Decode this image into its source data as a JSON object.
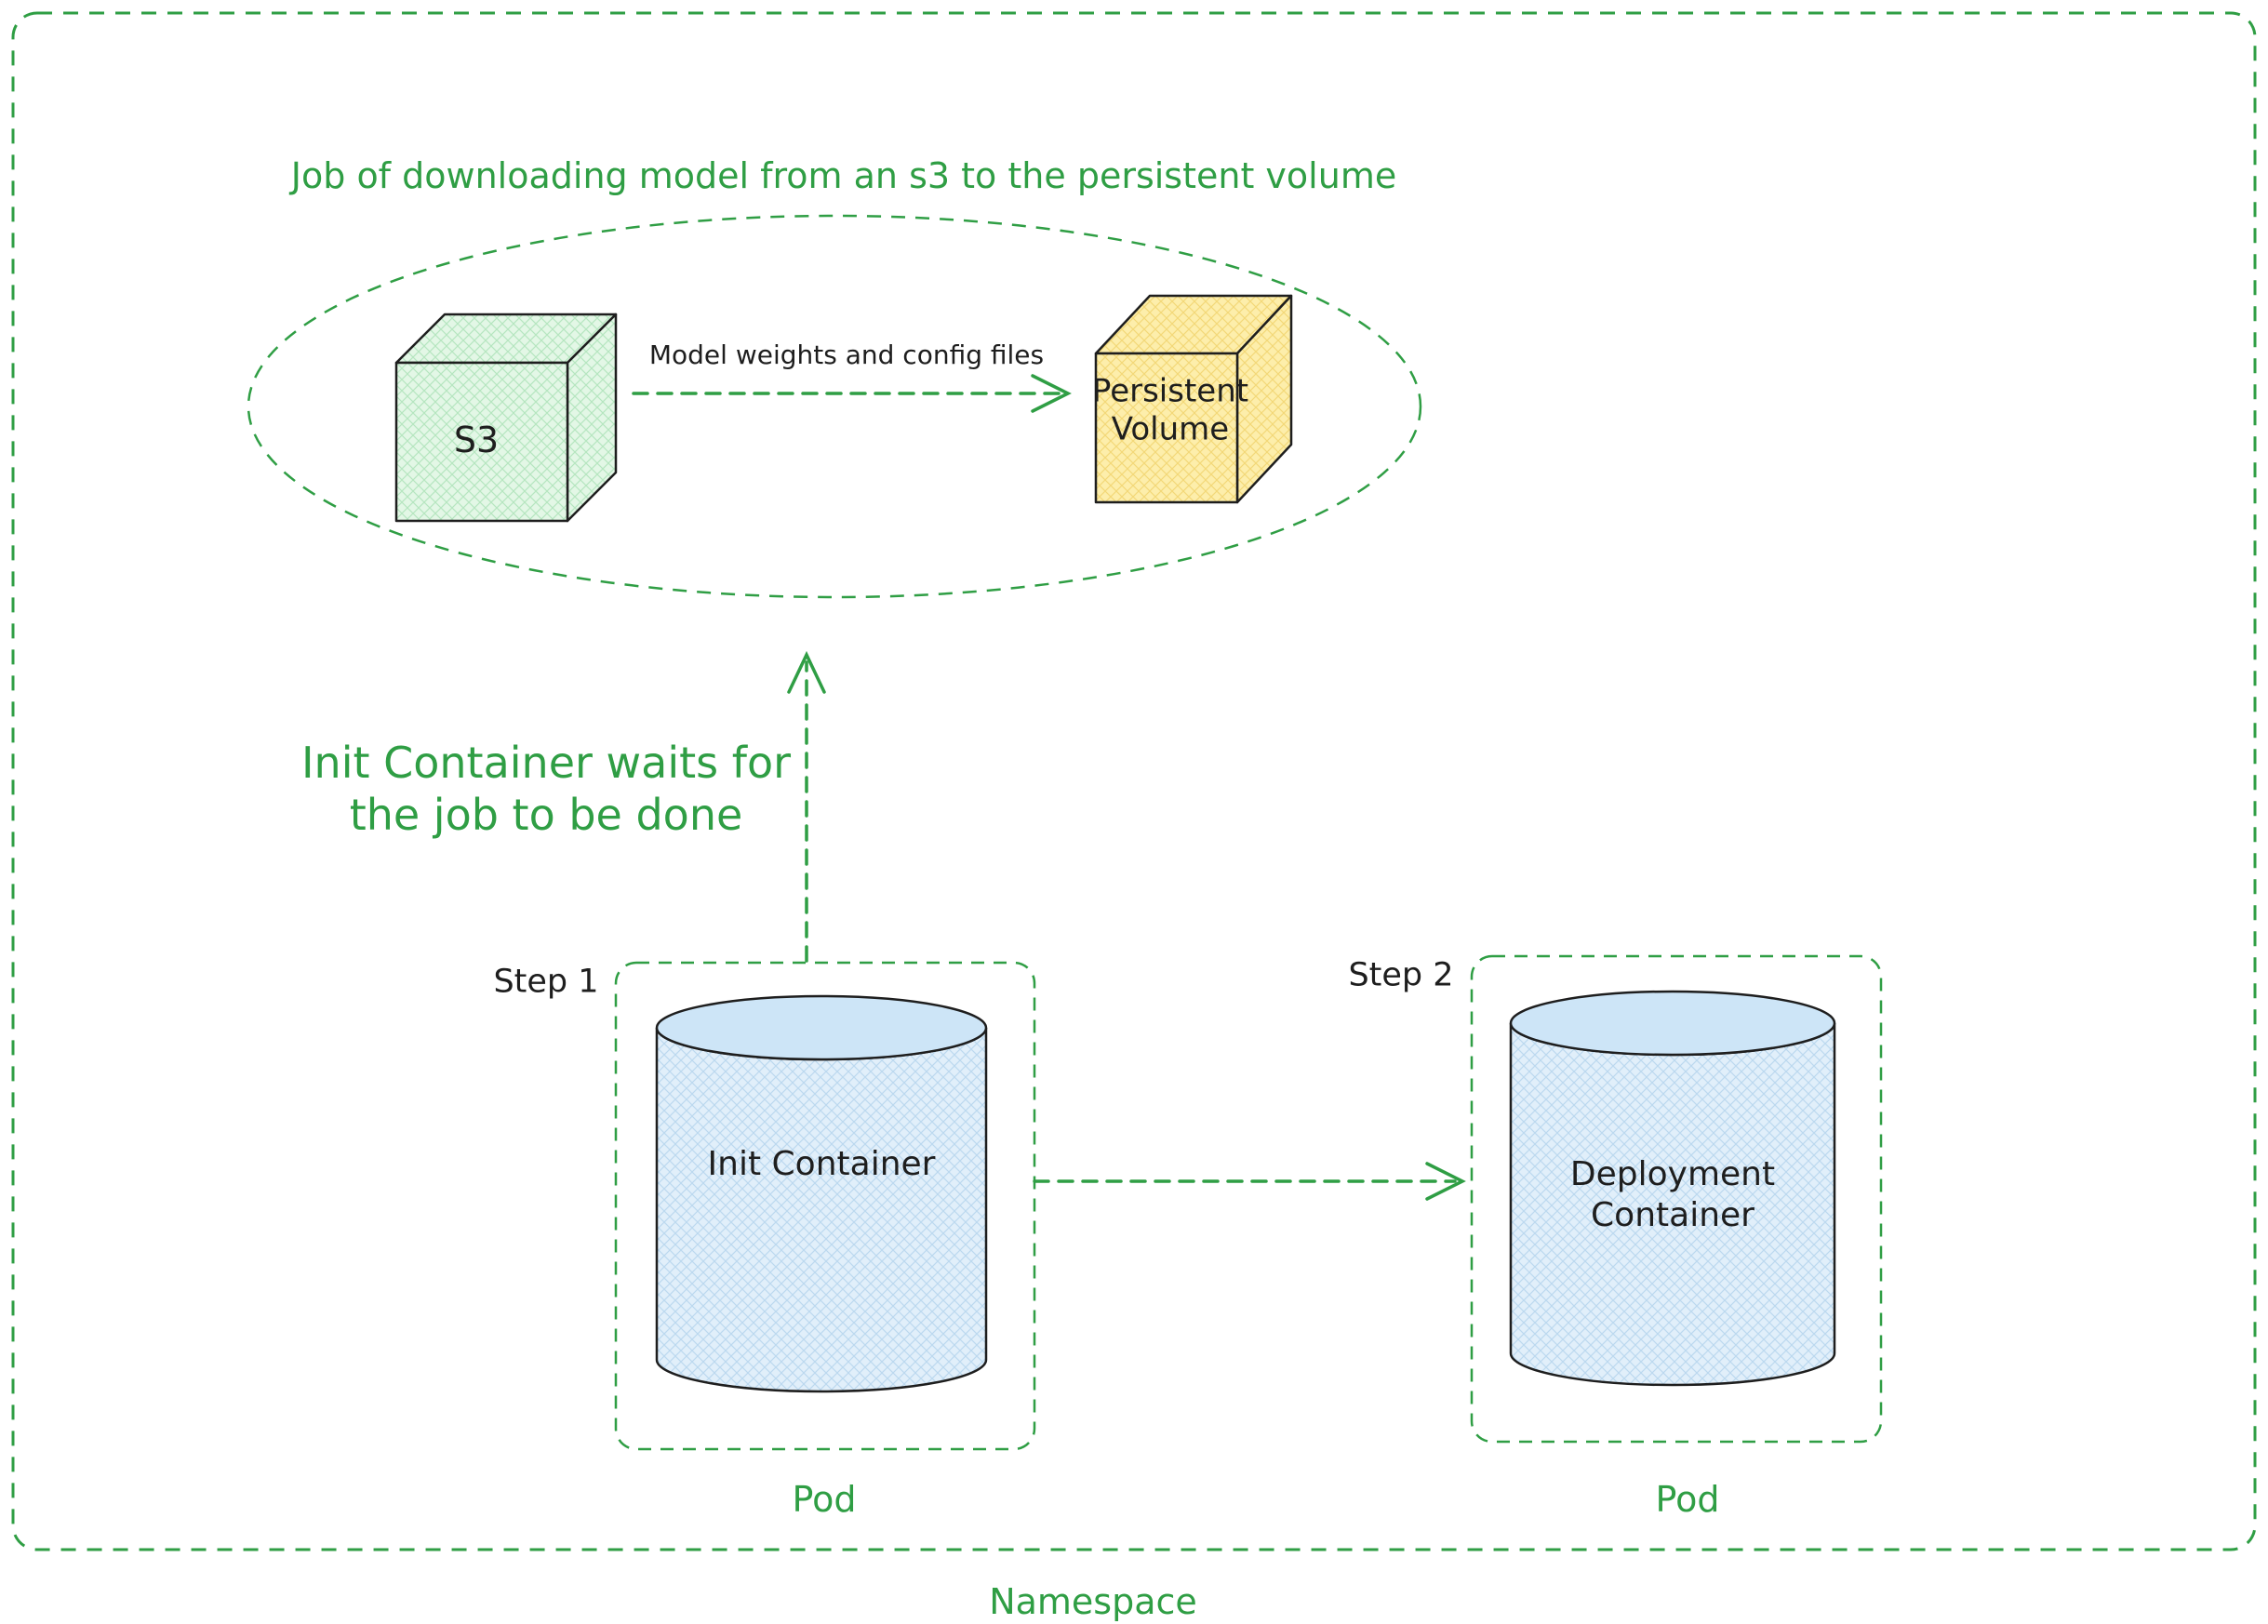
{
  "diagram": {
    "namespace_label": "Namespace",
    "job": {
      "title": "Job of downloading model from an s3 to the persistent volume",
      "s3_label": "S3",
      "pv_label_line1": "Persistent",
      "pv_label_line2": "Volume",
      "arrow_label": "Model weights and config files"
    },
    "wait_note_line1": "Init Container waits for",
    "wait_note_line2": "the job to be done",
    "step1_label": "Step 1",
    "step2_label": "Step 2",
    "init_container_label": "Init Container",
    "deployment_line1": "Deployment",
    "deployment_line2": "Container",
    "pod_left_label": "Pod",
    "pod_right_label": "Pod"
  },
  "colors": {
    "accent_green": "#2f9e44",
    "ink": "#1e1e1e",
    "s3_fill": "#e3f7e6",
    "persistent_volume_fill": "#fdeeab",
    "container_fill": "#e1effa"
  }
}
